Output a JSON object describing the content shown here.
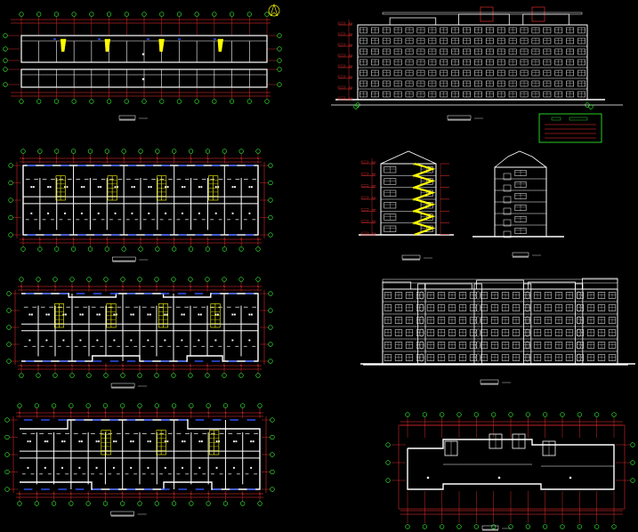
{
  "canvas": {
    "background": "#000000"
  },
  "palette": {
    "wall": "#ffffff",
    "grid": "#ff3333",
    "dimension": "#ff3333",
    "axis_bubble": "#33ff33",
    "stair": "#ffff00",
    "window": "#3355ff",
    "note_box": "#33ff33",
    "ground": "#ffffff"
  },
  "icons": {
    "north_arrow": "north-arrow-icon"
  },
  "drawings": [
    {
      "id": "plan-top",
      "kind": "roof plan",
      "title": ""
    },
    {
      "id": "plan-2",
      "kind": "floor plan",
      "title": ""
    },
    {
      "id": "plan-3",
      "kind": "floor plan",
      "title": ""
    },
    {
      "id": "plan-4",
      "kind": "floor plan",
      "title": ""
    },
    {
      "id": "elev-rear",
      "kind": "elevation",
      "title": ""
    },
    {
      "id": "section",
      "kind": "section",
      "title": ""
    },
    {
      "id": "side-elev",
      "kind": "elevation",
      "title": ""
    },
    {
      "id": "front-elev",
      "kind": "elevation",
      "title": ""
    },
    {
      "id": "ground-plan",
      "kind": "floor plan",
      "title": ""
    }
  ]
}
